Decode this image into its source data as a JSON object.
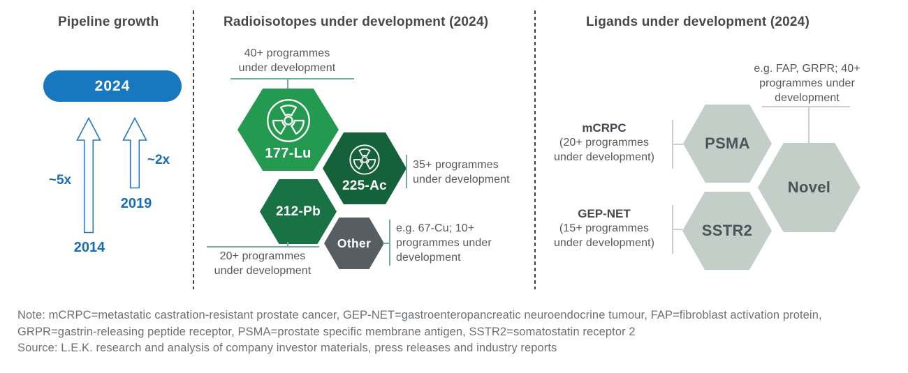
{
  "colors": {
    "pill_blue": "#1878bf",
    "blue_text": "#1a6cb3",
    "green_bright": "#239a4f",
    "green_dark_ac": "#14613a",
    "green_dark_pb": "#187243",
    "gray_other": "#565d63",
    "sage": "#c3cec8",
    "connector_teal": "#74ad9d",
    "connector_gray": "#c9cfcb"
  },
  "pipeline": {
    "title": "Pipeline growth",
    "pill_label": "2024",
    "left_arrow": {
      "multiplier": "~5x",
      "year": "2014"
    },
    "right_arrow": {
      "multiplier": "~2x",
      "year": "2019"
    }
  },
  "radioisotopes": {
    "title": "Radioisotopes under development (2024)",
    "hexes": [
      {
        "label": "177-Lu",
        "color": "#239a4f",
        "annotation": "40+ programmes\nunder development"
      },
      {
        "label": "225-Ac",
        "color": "#14613a",
        "annotation": "35+ programmes\nunder development"
      },
      {
        "label": "212-Pb",
        "color": "#187243",
        "annotation": "20+ programmes\nunder development"
      },
      {
        "label": "Other",
        "color": "#565d63",
        "annotation": "e.g. 67-Cu; 10+\nprogrammes under\ndevelopment"
      }
    ]
  },
  "ligands": {
    "title": "Ligands under development (2024)",
    "hexes": [
      {
        "label": "PSMA",
        "color": "#c3cec8"
      },
      {
        "label": "Novel",
        "color": "#c3cec8"
      },
      {
        "label": "SSTR2",
        "color": "#c3cec8"
      }
    ],
    "annotations": {
      "psma": {
        "heading": "mCRPC",
        "detail": "(20+ programmes\nunder development)"
      },
      "sstr2": {
        "heading": "GEP-NET",
        "detail": "(15+ programmes\nunder development)"
      },
      "novel": {
        "detail": "e.g. FAP, GRPR; 40+\nprogrammes under\ndevelopment"
      }
    }
  },
  "footer": {
    "note": "Note: mCRPC=metastatic castration-resistant prostate cancer, GEP-NET=gastroenteropancreatic neuroendocrine tumour, FAP=fibroblast activation protein, GRPR=gastrin-releasing peptide receptor, PSMA=prostate specific membrane antigen, SSTR2=somatostatin receptor 2",
    "source": "Source: L.E.K. research and analysis of company investor materials, press releases and industry reports"
  }
}
